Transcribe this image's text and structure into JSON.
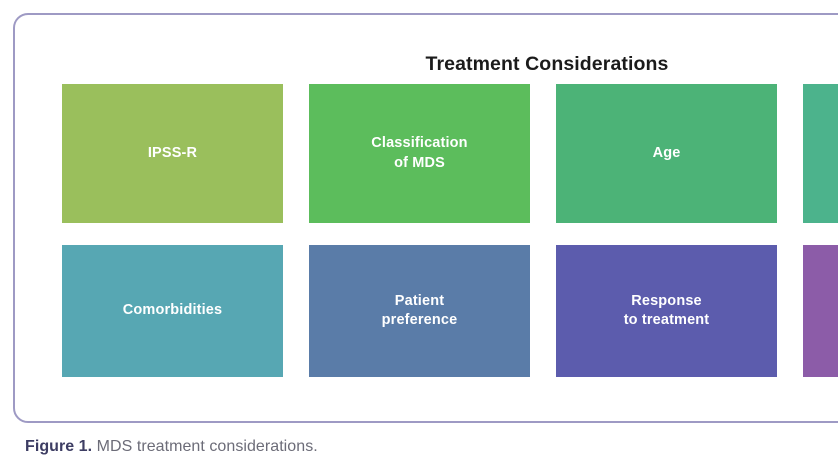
{
  "figure": {
    "title": "Treatment Considerations",
    "caption_label": "Figure 1.",
    "caption_text": " MDS treatment considerations.",
    "card_border_color": "#9e9ac4"
  },
  "grid": {
    "rows": [
      {
        "row_name": "row-1",
        "boxes": [
          {
            "label": "IPSS-R",
            "color": "#9ABF5C",
            "cropped": false
          },
          {
            "label": "Classification\nof MDS",
            "color": "#5CBD5C",
            "cropped": false
          },
          {
            "label": "Age",
            "color": "#4CB377",
            "cropped": false
          },
          {
            "label": "",
            "color": "#4CB38C",
            "cropped": true
          }
        ]
      },
      {
        "row_name": "row-2",
        "boxes": [
          {
            "label": "Comorbidities",
            "color": "#57A7B3",
            "cropped": false
          },
          {
            "label": "Patient\npreference",
            "color": "#5A7CA8",
            "cropped": false
          },
          {
            "label": "Response\nto treatment",
            "color": "#5C5CAD",
            "cropped": false
          },
          {
            "label": "",
            "color": "#8C5CA8",
            "cropped": true
          }
        ]
      }
    ]
  }
}
